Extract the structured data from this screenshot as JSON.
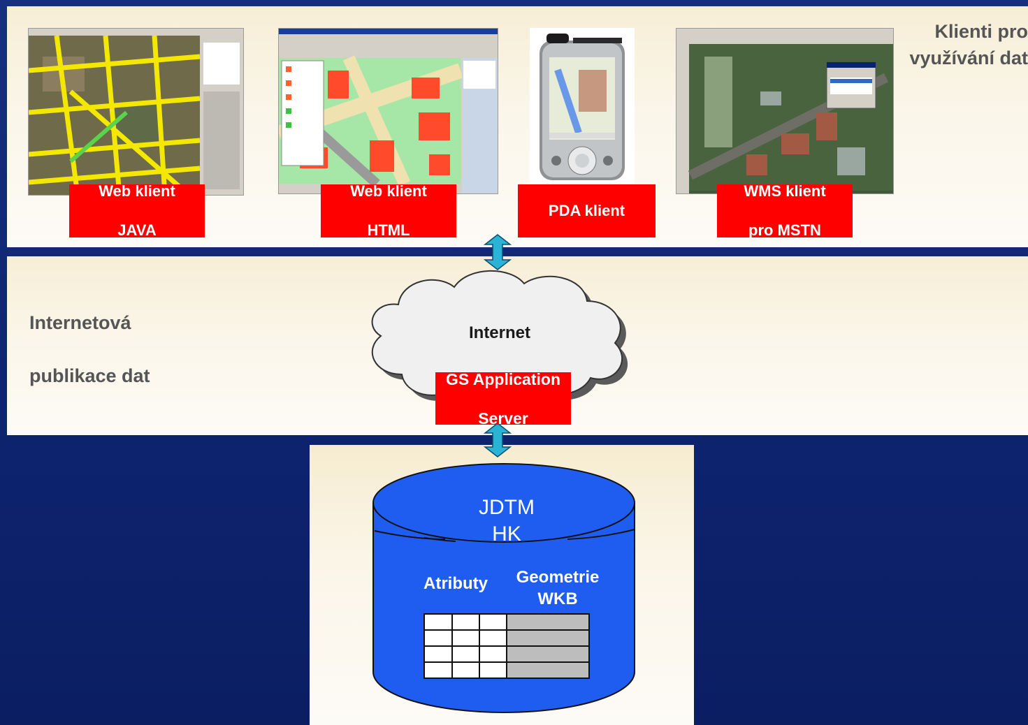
{
  "layers": {
    "clients_label": [
      "Klienti pro",
      "využívání dat"
    ],
    "publish_label": [
      "Internetová",
      "publikace dat"
    ]
  },
  "clients": [
    {
      "id": "web-java",
      "label": [
        "Web klient",
        "JAVA"
      ]
    },
    {
      "id": "web-html",
      "label": [
        "Web klient",
        "HTML"
      ]
    },
    {
      "id": "pda",
      "label": [
        "PDA klient"
      ]
    },
    {
      "id": "wms",
      "label": [
        "WMS klient",
        "pro MSTN"
      ]
    }
  ],
  "internet": {
    "cloud_label": "Internet",
    "server_label": [
      "GS Application",
      "Server"
    ]
  },
  "database": {
    "title": [
      "JDTM",
      "HK"
    ],
    "attributes_label": "Atributy",
    "geometry_label": [
      "Geometrie",
      "WKB"
    ]
  },
  "colors": {
    "background": "#0e2470",
    "band": "#f9f2e1",
    "red": "#ff0000",
    "db_blue": "#1f5df0",
    "arrow": "#2bb3d6"
  },
  "icons": {
    "arrow": "double-arrow-icon",
    "cloud": "cloud-icon",
    "db": "database-cylinder-icon"
  }
}
